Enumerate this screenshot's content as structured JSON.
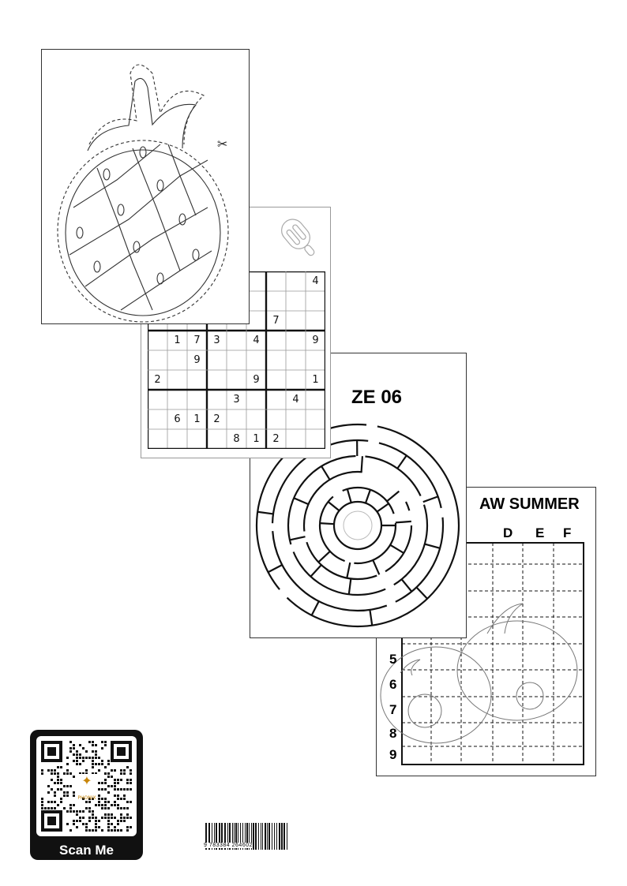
{
  "draw_page": {
    "title": "AW SUMMER",
    "columns": [
      "D",
      "E",
      "F"
    ],
    "rows": [
      "5",
      "6",
      "7",
      "8",
      "9"
    ]
  },
  "maze_page": {
    "title": "ZE 06"
  },
  "sudoku_page": {
    "grid": [
      [
        "",
        "",
        "",
        "",
        "",
        "",
        "",
        "",
        "4"
      ],
      [
        "",
        "",
        "",
        "",
        "",
        "",
        "",
        "",
        ""
      ],
      [
        "",
        "",
        "",
        "",
        "",
        "",
        "7",
        "",
        ""
      ],
      [
        "",
        "1",
        "7",
        "3",
        "",
        "4",
        "",
        "",
        "9"
      ],
      [
        "",
        "",
        "9",
        "",
        "",
        "",
        "",
        "",
        ""
      ],
      [
        "2",
        "",
        "",
        "",
        "",
        "9",
        "",
        "",
        "1"
      ],
      [
        "",
        "",
        "",
        "",
        "3",
        "",
        "",
        "4",
        ""
      ],
      [
        "",
        "6",
        "1",
        "2",
        "",
        "",
        "",
        "",
        ""
      ],
      [
        "",
        "",
        "",
        "",
        "8",
        "1",
        "2",
        "",
        ""
      ]
    ]
  },
  "qr": {
    "label": "Scan Me",
    "logo_text": "PHONIX"
  },
  "barcode": {
    "number": "9 783384 264602"
  }
}
